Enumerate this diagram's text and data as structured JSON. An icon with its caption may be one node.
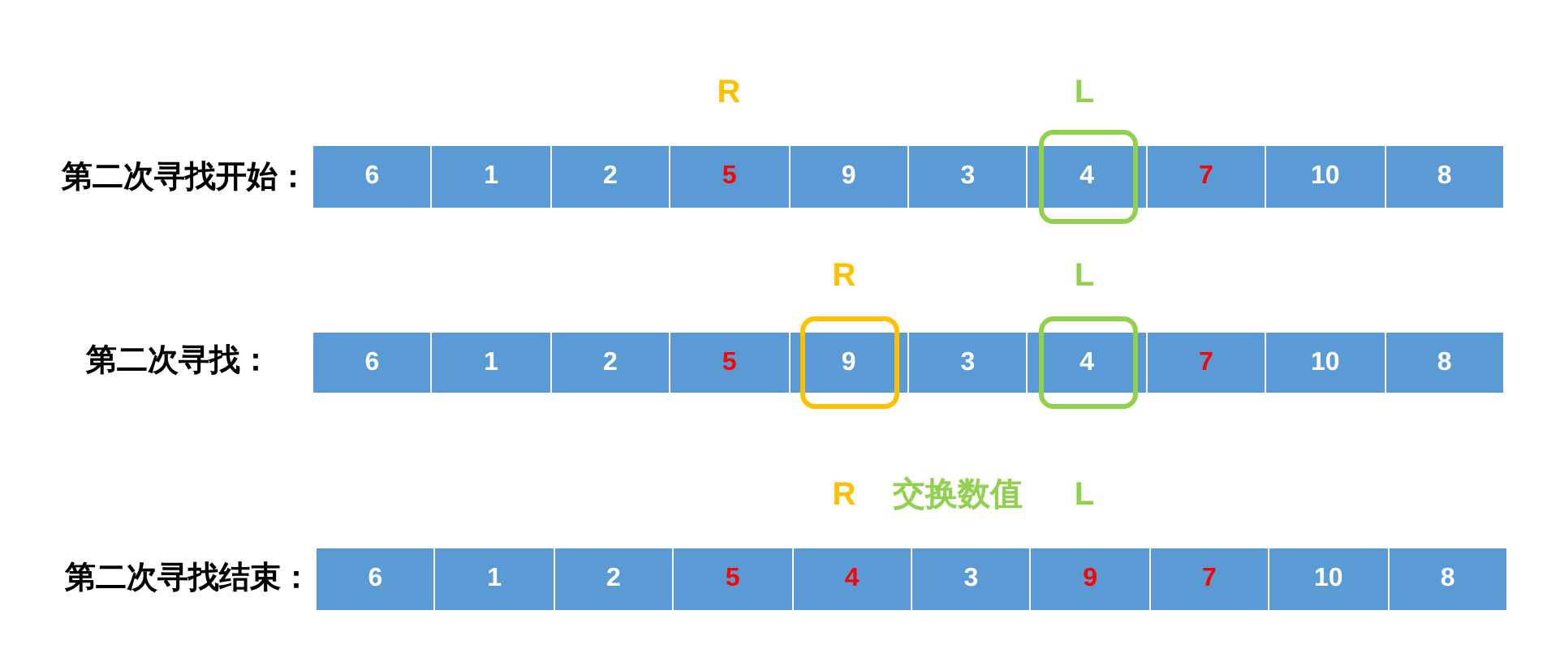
{
  "diagram": {
    "nodes": [
      {
        "text": [
          "6"
        ]
      },
      {
        "text": [
          "1"
        ]
      },
      {
        "text": [
          "2"
        ]
      },
      {
        "text": [
          "5"
        ]
      },
      {
        "text": [
          "9"
        ]
      },
      {
        "text": [
          "3"
        ]
      },
      {
        "text": [
          "4"
        ]
      },
      {
        "text": [
          "7"
        ]
      },
      {
        "text": [
          "10"
        ]
      },
      {
        "text": [
          "8"
        ]
      },
      {
        "text": [
          "6"
        ]
      },
      {
        "text": [
          "1"
        ]
      },
      {
        "text": [
          "2"
        ]
      },
      {
        "text": [
          "5"
        ]
      },
      {
        "text": [
          "9"
        ]
      },
      {
        "text": [
          "3"
        ]
      },
      {
        "text": [
          "4"
        ]
      },
      {
        "text": [
          "7"
        ]
      },
      {
        "text": [
          "10"
        ]
      },
      {
        "text": [
          "8"
        ]
      },
      {
        "text": [
          "6"
        ]
      },
      {
        "text": [
          "1"
        ]
      },
      {
        "text": [
          "2"
        ]
      },
      {
        "text": [
          "5"
        ]
      },
      {
        "text": [
          "4"
        ]
      },
      {
        "text": [
          "3"
        ]
      },
      {
        "text": [
          "9"
        ]
      },
      {
        "text": [
          "7"
        ]
      },
      {
        "text": [
          "10"
        ]
      },
      {
        "text": [
          "8"
        ]
      }
    ],
    "labels": [
      "R",
      "L",
      "第二次寻找开始：",
      "R",
      "L",
      "第二次寻找：",
      "R",
      "交换数值",
      "L",
      "第二次寻找结束："
    ]
  }
}
